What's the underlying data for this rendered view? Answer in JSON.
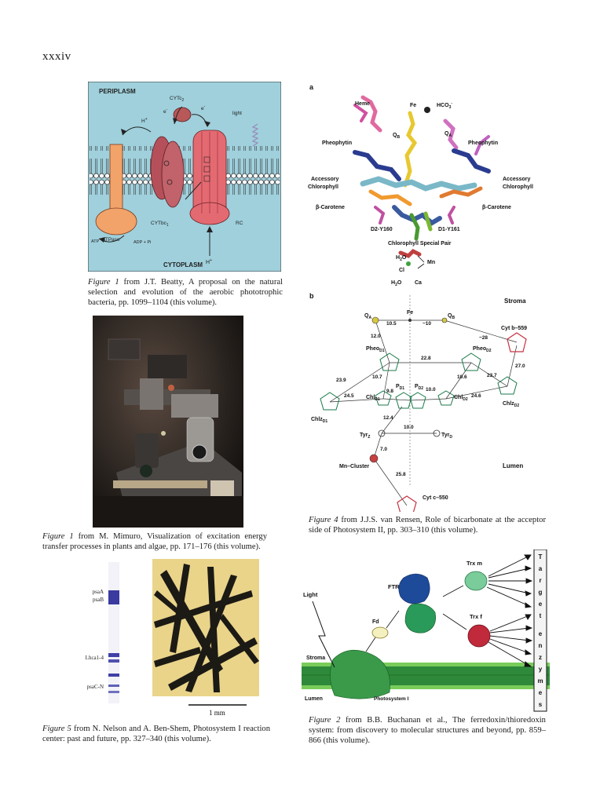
{
  "page_number": "xxxiv",
  "fig_beatty": {
    "periplasm": "PERIPLASM",
    "cytoplasm": "CYTOPLASM",
    "cyt_c2": "CYTc",
    "cyt_c2_sub": "2",
    "cyt_bc1": "CYTbc",
    "cyt_bc1_sub": "1",
    "rc": "RC",
    "atpase": "ATPase",
    "atp": "ATP",
    "adp": "ADP + Pi",
    "light": "light",
    "h_plus_top": "H",
    "h_plus_bottom": "H",
    "e_left": "e",
    "e_right": "e",
    "caption_fig": "Figure 1",
    "caption_text": " from J.T. Beatty, A proposal on the natural selection and evolution of the aerobic phototrophic bacteria, pp. 1099–1104 (this volume)."
  },
  "fig_mimuro": {
    "caption_fig": "Figure 1",
    "caption_text": " from M. Mimuro, Visualization of excitation energy transfer processes in plants and algae, pp. 171–176 (this volume)."
  },
  "fig_nelson": {
    "gel_labels": [
      "psaA",
      "psaB",
      "Lhca1-4",
      "psaC-N"
    ],
    "scale": "1 mm",
    "caption_fig": "Figure 5",
    "caption_text": "  from N. Nelson and A. Ben-Shem, Photosystem I reaction center: past and future, pp. 327–340 (this volume)."
  },
  "fig_vanrensen": {
    "panel_a": "a",
    "panel_b": "b",
    "a_labels": {
      "heme": "Heme",
      "fe": "Fe",
      "hco3": "HCO",
      "hco3_sub": "3",
      "hco3_sup": "-",
      "qb": "Q",
      "qb_sub": "B",
      "qa": "Q",
      "qa_sub": "A",
      "pheo_left": "Pheophytin",
      "pheo_right": "Pheophytin",
      "acc_left_1": "Accessory",
      "acc_left_2": "Chlorophyll",
      "acc_right_1": "Accessory",
      "acc_right_2": "Chlorophyll",
      "car_left": "β-Carotene",
      "car_right": "β-Carotene",
      "d2": "D2-Y160",
      "d1": "D1-Y161",
      "special_pair": "Chlorophyll Special Pair",
      "h2o_1": "H",
      "h2o_1_sub": "2",
      "h2o_1_end": "O",
      "mn": "Mn",
      "cl": "Cl",
      "h2o_2": "H",
      "h2o_2_sub": "2",
      "h2o_2_end": "O",
      "ca": "Ca"
    },
    "b_labels": {
      "stroma": "Stroma",
      "lumen": "Lumen",
      "fe": "Fe",
      "qa": "Q",
      "qa_sub": "A",
      "qb": "Q",
      "qb_sub": "B",
      "cytb": "Cyt b–559",
      "cytc": "Cyt c–550",
      "pheo_d1": "Pheo",
      "pheo_d1_sub": "D1",
      "pheo_d2": "Pheo",
      "pheo_d2_sub": "D2",
      "chlz_d1": "Chlz",
      "chlz_d1_sub": "D1",
      "chlz_d2": "Chlz",
      "chlz_d2_sub": "D2",
      "chl_d1": "Chl",
      "chl_d1_sub": "D1",
      "chl_d2": "Chl",
      "chl_d2_sub": "D2",
      "pd1": "P",
      "pd1_sub": "D1",
      "pd2": "P",
      "pd2_sub": "D2",
      "tyrz": "Tyr",
      "tyrz_sub": "Z",
      "tyrd": "Tyr",
      "tyrd_sub": "D",
      "mn_cluster": "Mn–Cluster"
    },
    "distances": {
      "qa_fe": "10.5",
      "fe_qb": "~10",
      "qb_cytb": "~28",
      "qa_pheo": "12.0",
      "pheo_pheo": "22.8",
      "cytb_chlz": "27.0",
      "chlz_pheo_l": "23.9",
      "chlz_chl_l": "24.5",
      "pheo_chl_l": "10.7",
      "pd1_chl": "9.8",
      "pheo_chl_r": "10.6",
      "chl_pd2": "10.0",
      "chlz_pheo_r": "23.7",
      "chlz_chl_r": "24.6",
      "chl_tyrz": "12.4",
      "tyrz_tyrd": "10.0",
      "tyrz_mn": "7.0",
      "mn_cytc": "25.8"
    },
    "caption_fig": "Figure 4",
    "caption_text": " from J.J.S. van Rensen, Role of bicarbonate at the acceptor side of Photosystem II, pp. 303–310 (this volume)."
  },
  "fig_buchanan": {
    "light": "Light",
    "ftr": "FTR",
    "fd": "Fd",
    "trx_m": "Trx m",
    "trx_f": "Trx f",
    "stroma": "Stroma",
    "lumen": "Lumen",
    "psi": "Photosystem I",
    "target_letters": [
      "T",
      "a",
      "r",
      "g",
      "e",
      "t",
      "e",
      "n",
      "z",
      "y",
      "m",
      "e",
      "s"
    ],
    "caption_fig": "Figure 2",
    "caption_text": " from B.B. Buchanan et al., The ferredoxin/thioredoxin system: from discovery to molecular structures and beyond, pp. 859–866 (this volume)."
  }
}
